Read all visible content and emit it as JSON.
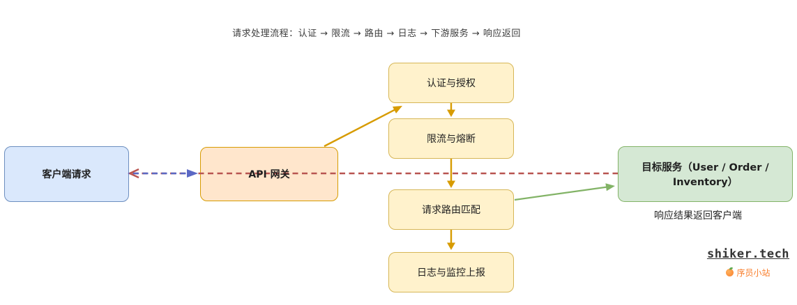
{
  "title": "请求处理流程：认证 → 限流 → 路由 → 日志 → 下游服务 → 响应返回",
  "nodes": {
    "client": {
      "label": "客户端请求"
    },
    "gateway": {
      "label": "API 网关"
    },
    "auth": {
      "label": "认证与授权"
    },
    "ratelimit": {
      "label": "限流与熔断"
    },
    "route": {
      "label": "请求路由匹配"
    },
    "logging": {
      "label": "日志与监控上报"
    },
    "target": {
      "label": "目标服务（User / Order / Inventory）"
    }
  },
  "annotations": {
    "response_note": "响应结果返回客户端"
  },
  "edges": [
    {
      "from": "client",
      "to": "gateway",
      "style": "dashed",
      "color": "#5b68c4"
    },
    {
      "from": "target",
      "to": "client",
      "style": "dashed",
      "color": "#b85450"
    },
    {
      "from": "gateway",
      "to": "auth",
      "style": "solid",
      "color": "#d79b00"
    },
    {
      "from": "auth",
      "to": "ratelimit",
      "style": "solid",
      "color": "#d79b00"
    },
    {
      "from": "ratelimit",
      "to": "route",
      "style": "solid",
      "color": "#d79b00"
    },
    {
      "from": "route",
      "to": "logging",
      "style": "solid",
      "color": "#d79b00"
    },
    {
      "from": "route",
      "to": "target",
      "style": "solid",
      "color": "#82b366"
    }
  ],
  "watermark": {
    "site": "shiker.tech",
    "brand": "序员小站",
    "brand_icon": "orange-fruit"
  },
  "colors": {
    "client_fill": "#dae8fc",
    "client_border": "#6c8ebf",
    "gateway_fill": "#ffe6cc",
    "gateway_border": "#d79b00",
    "step_fill": "#fff2cc",
    "step_border": "#d6b656",
    "target_fill": "#d5e8d4",
    "target_border": "#82b366",
    "flow_arrow": "#d79b00",
    "forward_dashed": "#5b68c4",
    "return_dashed": "#b85450",
    "target_arrow": "#82b366",
    "brand_orange": "#f97e2b"
  }
}
